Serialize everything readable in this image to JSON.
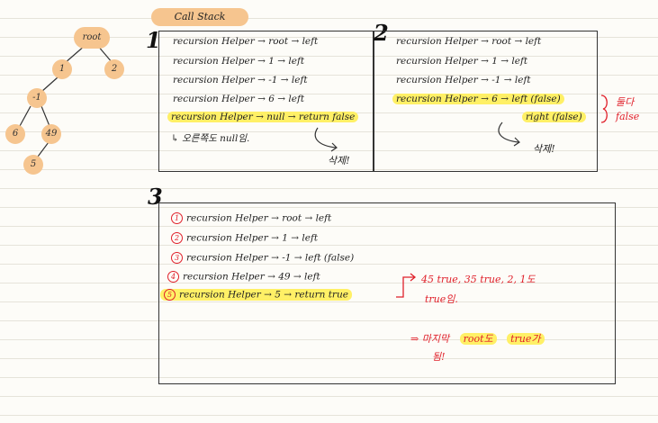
{
  "title": "Call Stack",
  "tree": {
    "root": "root",
    "nodes": [
      "1",
      "2",
      "-1",
      "6",
      "49",
      "5"
    ]
  },
  "boxes": [
    {
      "number": "1",
      "lines": [
        "recursion Helper → root → left",
        "recursion Helper → 1 → left",
        "recursion Helper → -1 → left",
        "recursion Helper → 6 → left",
        "recursion Helper → null → return false"
      ],
      "note_text": "↳ 오른쪽도 null임.",
      "arrow_label": "삭제!"
    },
    {
      "number": "2",
      "lines": [
        "recursion Helper → root → left",
        "recursion Helper → 1 → left",
        "recursion Helper → -1 → left",
        "recursion Helper → 6 → left (false)",
        "right (false)"
      ],
      "red_note": "둘다 false",
      "arrow_label": "삭제!"
    },
    {
      "number": "3",
      "lines": [
        "recursion Helper → root → left",
        "recursion Helper → 1 → left",
        "recursion Helper → -1 → left (false)",
        "recursion Helper → 49 → left",
        "recursion Helper → 5 → return true"
      ],
      "circle_labels": [
        "1",
        "2",
        "3",
        "4",
        "5"
      ],
      "red_note_line1": "45 true, 35 true, 2, 1도",
      "red_note_line2": "true임.",
      "final_prefix": "⇒ 마지막",
      "final_root": "root도",
      "final_true": "true가",
      "final_line2": "됨!"
    }
  ]
}
